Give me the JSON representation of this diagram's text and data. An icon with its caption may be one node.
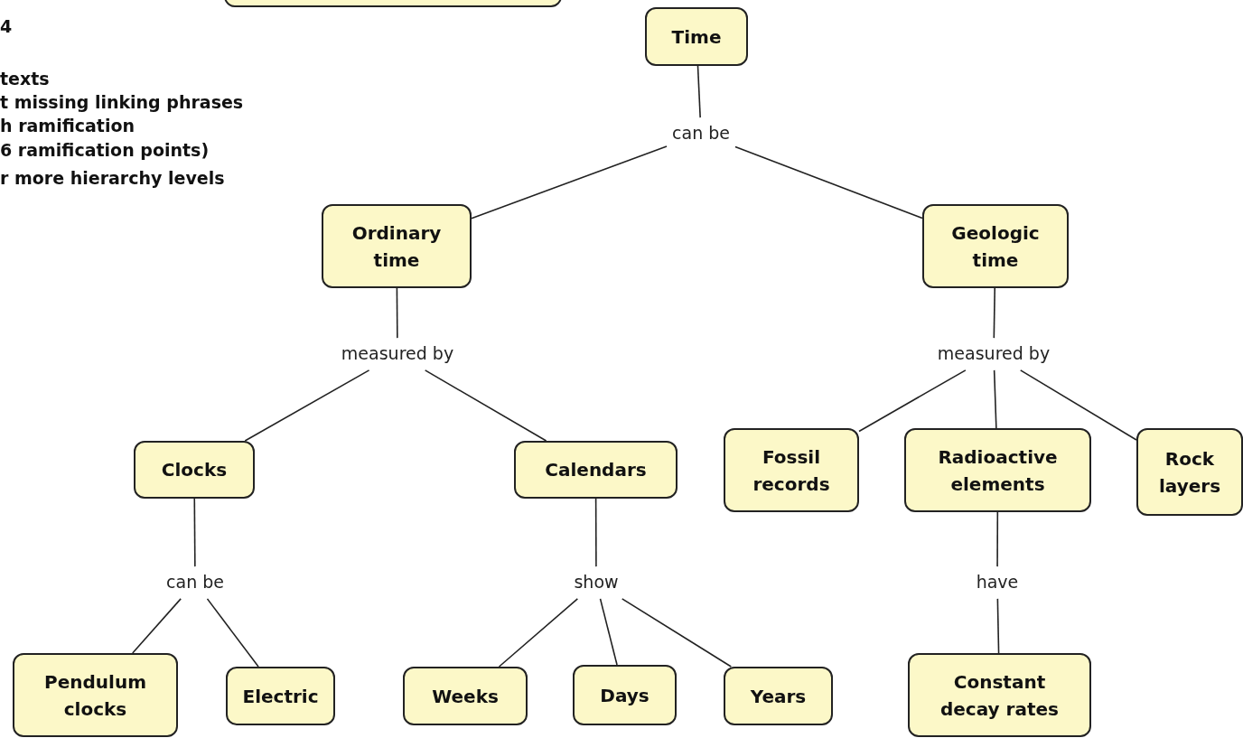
{
  "diagram": {
    "nodes": [
      {
        "text": [],
        "shape": "box"
      },
      {
        "text": [
          "Time"
        ]
      },
      {
        "text": [
          "can be"
        ]
      },
      {
        "text": [
          "Ordinary time"
        ]
      },
      {
        "text": [
          "Geologic time"
        ]
      },
      {
        "text": [
          "measured by"
        ]
      },
      {
        "text": [
          "measured by"
        ]
      },
      {
        "text": [
          "Clocks"
        ]
      },
      {
        "text": [
          "Calendars"
        ]
      },
      {
        "text": [
          "Fossil records"
        ]
      },
      {
        "text": [
          "Radioactive elements"
        ]
      },
      {
        "text": [
          "Rock layers"
        ]
      },
      {
        "text": [
          "can be"
        ]
      },
      {
        "text": [
          "show"
        ]
      },
      {
        "text": [
          "have"
        ]
      },
      {
        "text": [
          "Pendulum clocks"
        ]
      },
      {
        "text": [
          "Electric"
        ]
      },
      {
        "text": [
          "Weeks"
        ]
      },
      {
        "text": [
          "Days"
        ]
      },
      {
        "text": [
          "Years"
        ]
      },
      {
        "text": [
          "Constant decay rates"
        ]
      }
    ],
    "edges": [
      {
        "from": 1,
        "to": 2,
        "arrow": "none"
      },
      {
        "from": 2,
        "to": 3,
        "arrow": "none"
      },
      {
        "from": 2,
        "to": 4,
        "arrow": "none"
      },
      {
        "from": 3,
        "to": 5,
        "arrow": "none"
      },
      {
        "from": 5,
        "to": 7,
        "arrow": "none"
      },
      {
        "from": 5,
        "to": 8,
        "arrow": "none"
      },
      {
        "from": 4,
        "to": 6,
        "arrow": "none"
      },
      {
        "from": 6,
        "to": 9,
        "arrow": "none"
      },
      {
        "from": 6,
        "to": 10,
        "arrow": "none"
      },
      {
        "from": 6,
        "to": 11,
        "arrow": "none"
      },
      {
        "from": 7,
        "to": 12,
        "arrow": "none"
      },
      {
        "from": 12,
        "to": 15,
        "arrow": "none"
      },
      {
        "from": 12,
        "to": 16,
        "arrow": "none"
      },
      {
        "from": 8,
        "to": 13,
        "arrow": "none"
      },
      {
        "from": 13,
        "to": 17,
        "arrow": "none"
      },
      {
        "from": 13,
        "to": 18,
        "arrow": "none"
      },
      {
        "from": 13,
        "to": 19,
        "arrow": "none"
      },
      {
        "from": 10,
        "to": 14,
        "arrow": "none"
      },
      {
        "from": 14,
        "to": 20,
        "arrow": "none"
      }
    ],
    "labels": [
      "4",
      "texts",
      "t missing linking phrases",
      "h ramification",
      "6 ramification points)",
      "r more hierarchy levels"
    ]
  }
}
